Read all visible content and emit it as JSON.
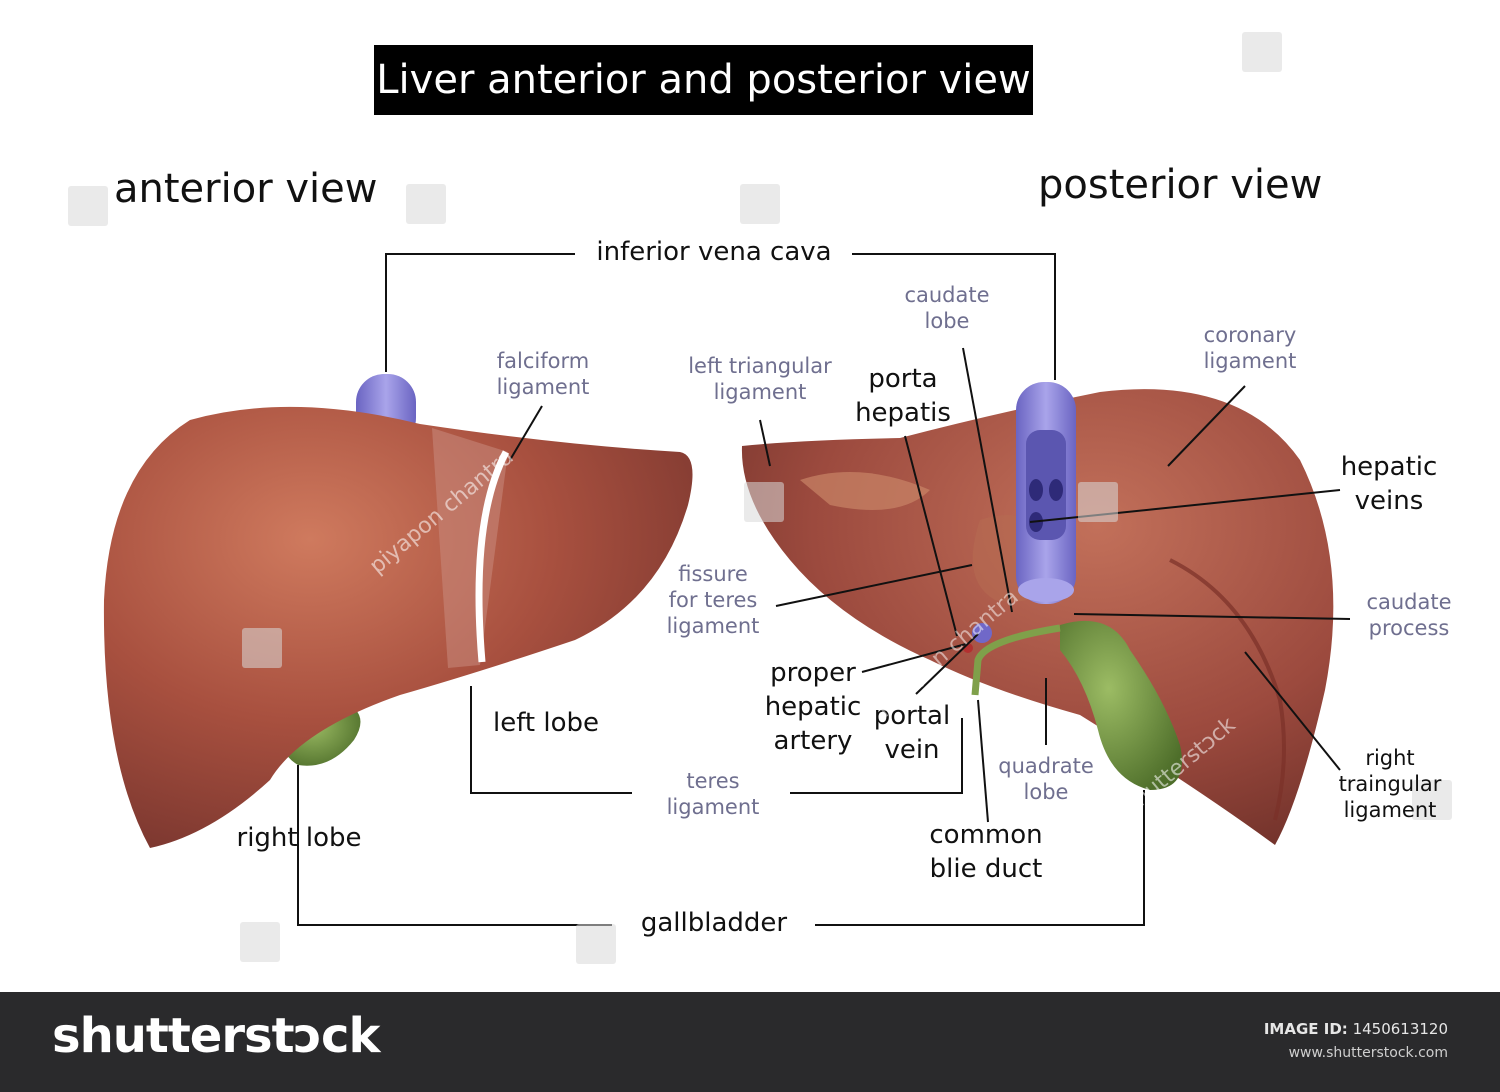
{
  "title": "Liver anterior and posterior view",
  "views": {
    "anterior": "anterior view",
    "posterior": "posterior view"
  },
  "labels": {
    "inferior_vena_cava": "inferior vena cava",
    "falciform_ligament": [
      "falciform",
      "ligament"
    ],
    "left_triangular_ligament": [
      "left triangular",
      "ligament"
    ],
    "caudate_lobe": [
      "caudate",
      "lobe"
    ],
    "coronary_ligament": [
      "coronary",
      "ligament"
    ],
    "porta_hepatis": [
      "porta",
      "hepatis"
    ],
    "hepatic_veins": [
      "hepatic",
      "veins"
    ],
    "fissure_for_teres_ligament": [
      "fissure",
      "for teres",
      "ligament"
    ],
    "caudate_process": [
      "caudate",
      "process"
    ],
    "proper_hepatic_artery": [
      "proper",
      "hepatic",
      "artery"
    ],
    "portal_vein": [
      "portal",
      "vein"
    ],
    "left_lobe": "left lobe",
    "teres_ligament": [
      "teres",
      "ligament"
    ],
    "quadrate_lobe": [
      "quadrate",
      "lobe"
    ],
    "right_triangular_ligament": [
      "right",
      "traingular",
      "ligament"
    ],
    "right_lobe": "right lobe",
    "common_bile_duct": [
      "common",
      "blie duct"
    ],
    "gallbladder": "gallbladder"
  },
  "watermarks": [
    "piyapon chantra",
    "shutterstɔck"
  ],
  "footer": {
    "brand": "shutterstɔck",
    "image_id_label": "IMAGE ID:",
    "image_id": "1450613120",
    "site": "www.shutterstock.com"
  },
  "colors": {
    "liver": "#9c4a3e",
    "liver_highlight": "#cf7a5e",
    "vena_cava": "#8c86d6",
    "gallbladder": "#6f8f3f",
    "label_dark": "#111111",
    "label_grey": "#6f6f8f",
    "title_bg": "#000000",
    "footer_bg": "#2a2a2c"
  }
}
